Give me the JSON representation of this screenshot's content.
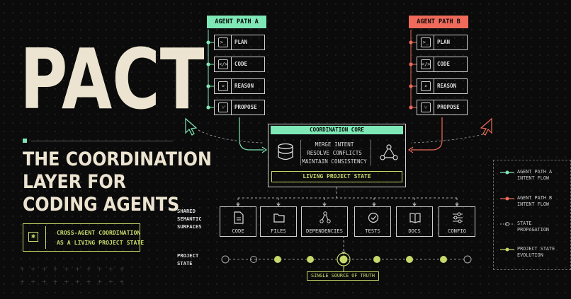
{
  "brand": {
    "title": "PACT",
    "subtitle": "THE COORDINATION\nLAYER FOR\nCODING AGENTS",
    "tagline_line1": "CROSS-AGENT COORDINATION",
    "tagline_line2": "AS A LIVING PROJECT STATE",
    "tag_icon": "sparkle-icon"
  },
  "agent_a": {
    "title": "AGENT PATH A",
    "color": "#7ee8b6",
    "steps": [
      {
        "label": "PLAN",
        "icon": "terminal-icon",
        "glyph": ">_"
      },
      {
        "label": "CODE",
        "icon": "code-icon",
        "glyph": "</>"
      },
      {
        "label": "REASON",
        "icon": "search-icon",
        "glyph": "⌕"
      },
      {
        "label": "PROPOSE",
        "icon": "branch-icon",
        "glyph": "⑂"
      }
    ]
  },
  "agent_b": {
    "title": "AGENT PATH B",
    "color": "#ef6a5a",
    "steps": [
      {
        "label": "PLAN",
        "icon": "terminal-icon",
        "glyph": ">_"
      },
      {
        "label": "CODE",
        "icon": "code-icon",
        "glyph": "</>"
      },
      {
        "label": "REASON",
        "icon": "search-icon",
        "glyph": "⌕"
      },
      {
        "label": "PROPOSE",
        "icon": "branch-icon",
        "glyph": "⑂"
      }
    ]
  },
  "core": {
    "title": "COORDINATION CORE",
    "line1": "MERGE INTENT",
    "line2": "RESOLVE CONFLICTS",
    "line3": "MAINTAIN CONSISTENCY",
    "state": "LIVING PROJECT STATE"
  },
  "surfaces": {
    "label_line1": "SHARED",
    "label_line2": "SEMANTIC",
    "label_line3": "SURFACES",
    "items": [
      {
        "label": "CODE",
        "icon": "file-icon"
      },
      {
        "label": "FILES",
        "icon": "folder-icon"
      },
      {
        "label": "DEPENDENCIES",
        "icon": "graph-icon"
      },
      {
        "label": "TESTS",
        "icon": "check-circle-icon"
      },
      {
        "label": "DOCS",
        "icon": "book-icon"
      },
      {
        "label": "CONFIG",
        "icon": "sliders-icon"
      }
    ]
  },
  "timeline": {
    "label_line1": "PROJECT",
    "label_line2": "STATE",
    "truth_label": "SINGLE SOURCE OF TRUTH"
  },
  "legend": {
    "a_line1": "AGENT PATH A",
    "a_line2": "INTENT FLOW",
    "b_line1": "AGENT PATH B",
    "b_line2": "INTENT FLOW",
    "s_line1": "STATE",
    "s_line2": "PROPAGATION",
    "e_line1": "PROJECT STATE",
    "e_line2": "EVOLUTION"
  },
  "colors": {
    "accent_a": "#7ee8b6",
    "accent_b": "#ef6a5a",
    "state": "#c8d96a",
    "background": "#0b0b0b"
  }
}
